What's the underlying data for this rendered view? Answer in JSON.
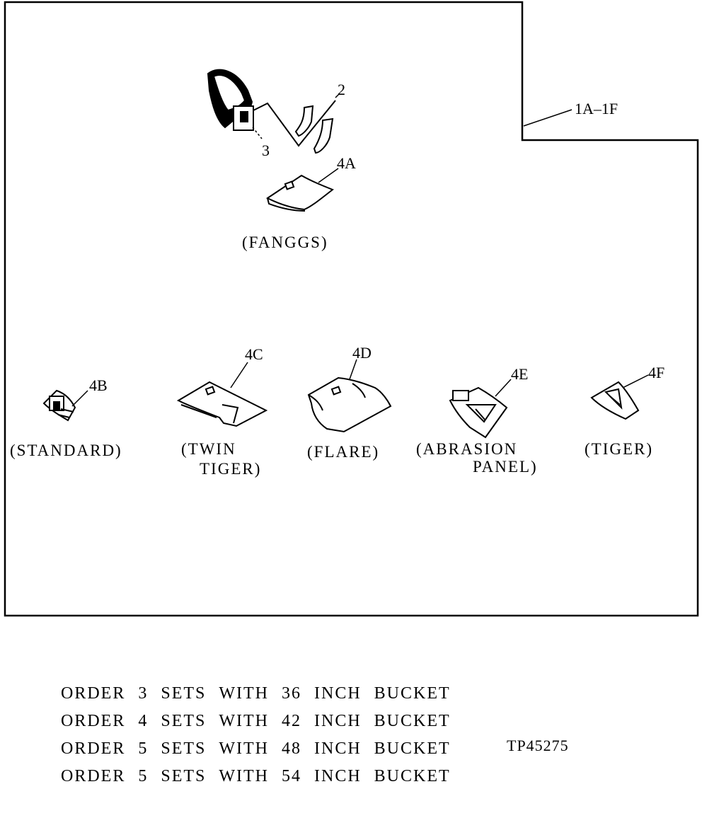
{
  "callouts": {
    "group": "1A–1F",
    "item2": "2",
    "item3": "3",
    "item4A": "4A",
    "item4B": "4B",
    "item4C": "4C",
    "item4D": "4D",
    "item4E": "4E",
    "item4F": "4F"
  },
  "captions": {
    "fanggs": "(FANGGS)",
    "standard": "(STANDARD)",
    "twin_tiger_line1": "(TWIN",
    "twin_tiger_line2": "TIGER)",
    "flare": "(FLARE)",
    "abrasion_line1": "(ABRASION",
    "abrasion_line2": "PANEL)",
    "tiger": "(TIGER)"
  },
  "orders": [
    {
      "w1": "ORDER",
      "qty": "3",
      "w2": "SETS",
      "w3": "WITH",
      "size": "36",
      "w4": "INCH",
      "w5": "BUCKET"
    },
    {
      "w1": "ORDER",
      "qty": "4",
      "w2": "SETS",
      "w3": "WITH",
      "size": "42",
      "w4": "INCH",
      "w5": "BUCKET"
    },
    {
      "w1": "ORDER",
      "qty": "5",
      "w2": "SETS",
      "w3": "WITH",
      "size": "48",
      "w4": "INCH",
      "w5": "BUCKET"
    },
    {
      "w1": "ORDER",
      "qty": "5",
      "w2": "SETS",
      "w3": "WITH",
      "size": "54",
      "w4": "INCH",
      "w5": "BUCKET"
    }
  ],
  "reference_code": "TP45275",
  "colors": {
    "ink": "#000000",
    "paper": "#ffffff"
  }
}
